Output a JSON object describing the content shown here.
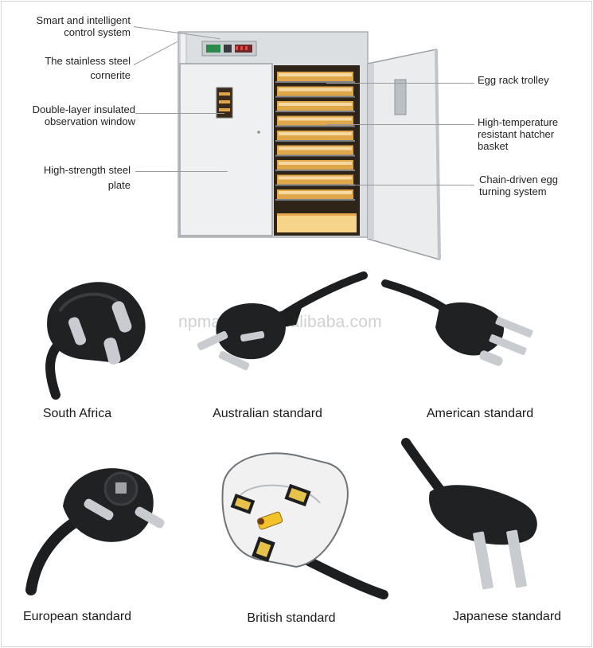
{
  "incubator": {
    "callouts": {
      "control_system": [
        "Smart and intelligent",
        "control system"
      ],
      "cornerite": [
        "The stainless steel",
        "cornerite"
      ],
      "observation_window": [
        "Double-layer insulated",
        "observation window"
      ],
      "steel_plate": [
        "High-strength steel",
        "plate"
      ],
      "egg_rack": [
        "Egg rack trolley"
      ],
      "hatcher_basket": [
        "High-temperature",
        "resistant hatcher",
        "basket"
      ],
      "egg_turning": [
        "Chain-driven egg",
        "turning system"
      ]
    },
    "colors": {
      "body": "#d9dde0",
      "door": "#eef0f2",
      "interior": "#3a2a1c",
      "tray": "#e0a64a",
      "tray_light": "#f6d9a0",
      "frame_line": "#9aa0a6"
    }
  },
  "watermark": "npmachine.en.alibaba.com",
  "plugs": [
    {
      "label": "South Africa",
      "icon": "south-africa-plug-icon"
    },
    {
      "label": "Australian standard",
      "icon": "australian-plug-icon"
    },
    {
      "label": "American standard",
      "icon": "american-plug-icon"
    },
    {
      "label": "European standard",
      "icon": "european-plug-icon"
    },
    {
      "label": "British standard",
      "icon": "british-plug-icon"
    },
    {
      "label": "Japanese standard",
      "icon": "japanese-plug-icon"
    }
  ],
  "plug_colors": {
    "body": "#1c1e20",
    "pin": "#c9ccd0",
    "british_body": "#f1f1f1",
    "fuse": "#f3c22a"
  }
}
